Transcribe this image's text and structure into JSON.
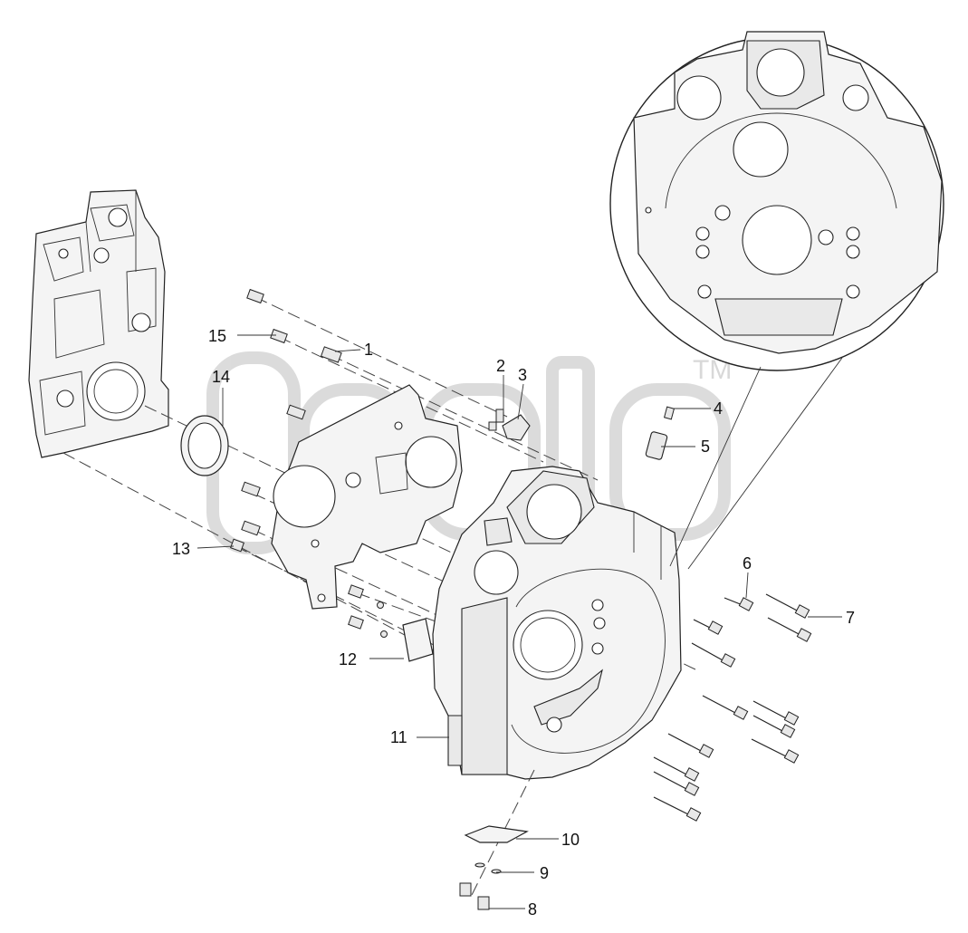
{
  "callouts": {
    "c1": "1",
    "c2": "2",
    "c3": "3",
    "c4": "4",
    "c5": "5",
    "c6": "6",
    "c7": "7",
    "c8": "8",
    "c9": "9",
    "c10": "10",
    "c11": "11",
    "c12": "12",
    "c13": "13",
    "c14": "14",
    "c15": "15"
  },
  "watermark": {
    "tm": "TM"
  },
  "colors": {
    "line": "#222222",
    "fill": "#f4f4f4",
    "watermark": "#b9b9b9"
  }
}
